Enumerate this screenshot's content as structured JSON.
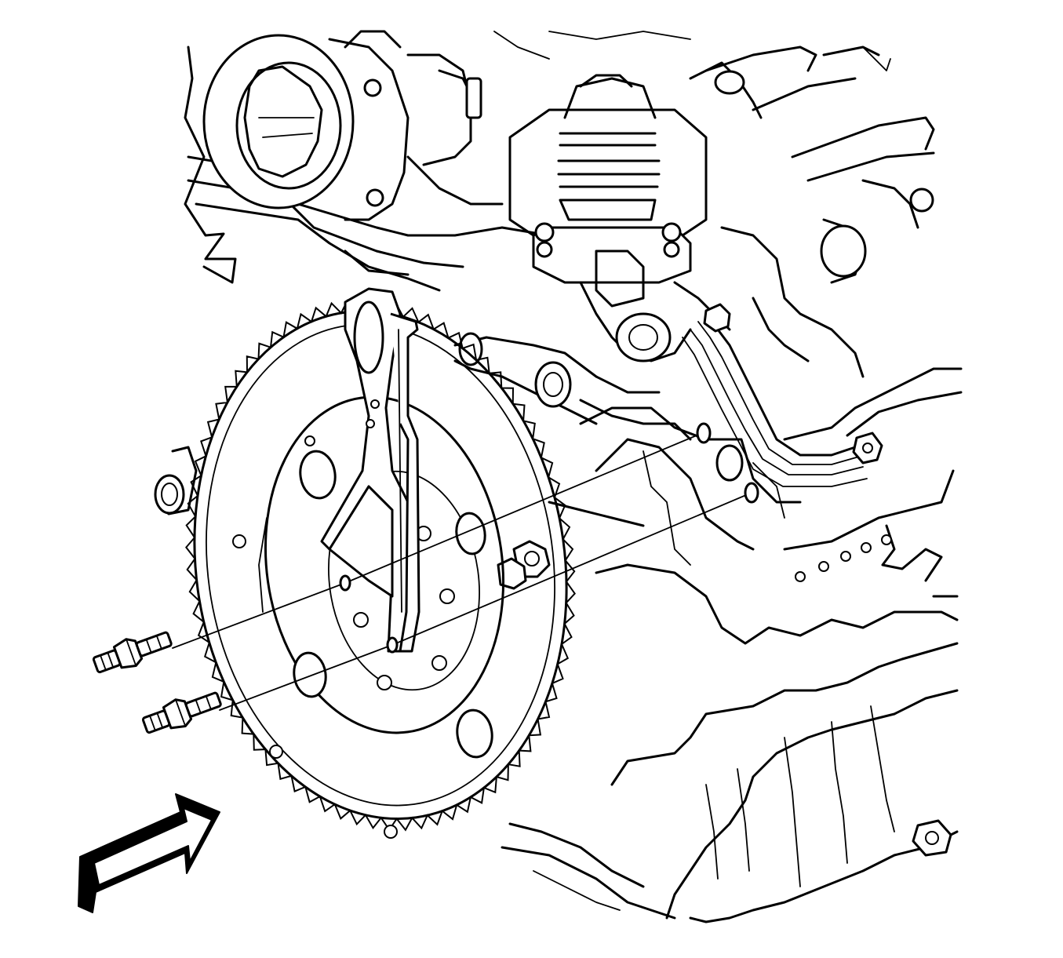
{
  "figure": {
    "kind": "engine service line drawing",
    "text_labels": [],
    "icons": {
      "direction": "view-direction-arrow-icon"
    },
    "colors": {
      "line": "#000000",
      "background": "#ffffff",
      "arrow_fill": "#000000"
    },
    "parts_shown": [
      "throttle-body",
      "egr-valve",
      "intake-manifold",
      "bracket",
      "flywheel",
      "ring-gear",
      "bolt",
      "bolt",
      "oil-pan",
      "engine-block"
    ]
  }
}
